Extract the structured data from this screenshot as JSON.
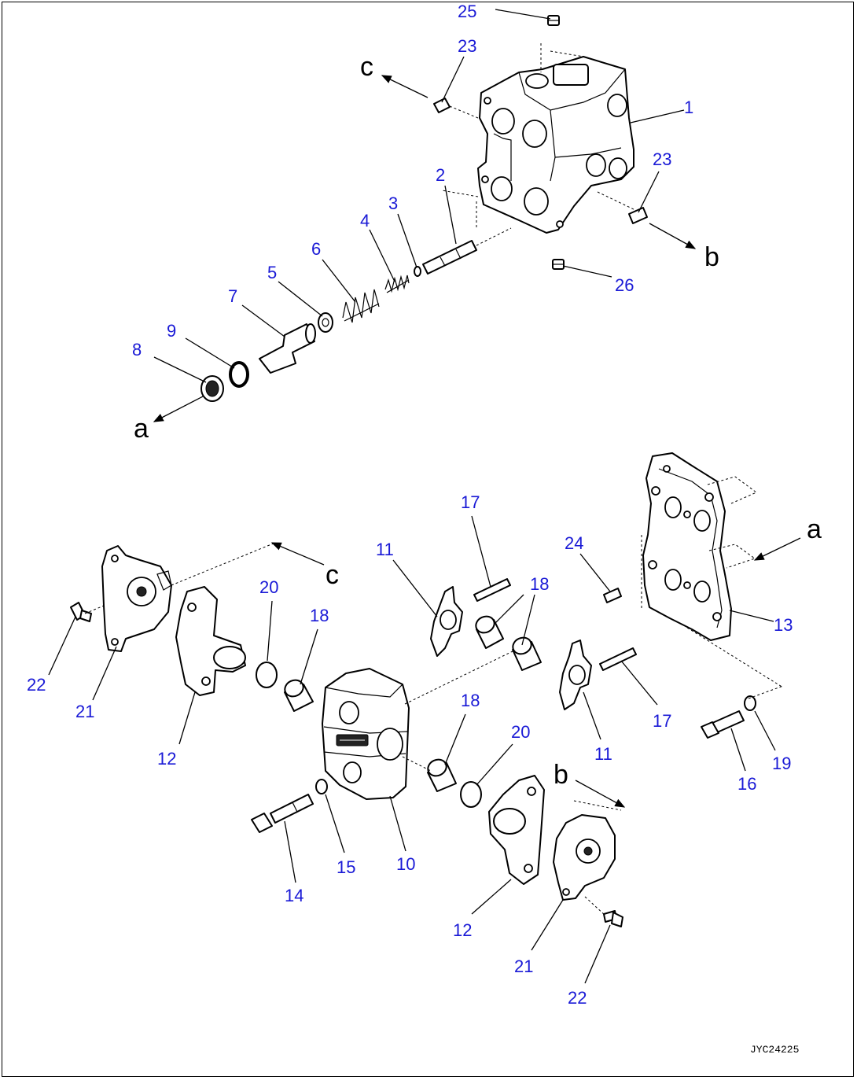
{
  "colors": {
    "callout": "#1a1ad6",
    "line": "#000000",
    "background": "#ffffff"
  },
  "drawing_code": "JYC24225",
  "view_letters": {
    "a": "a",
    "b": "b",
    "c": "c"
  },
  "callouts": {
    "p1": "1",
    "p2": "2",
    "p3": "3",
    "p4": "4",
    "p5": "5",
    "p6": "6",
    "p7": "7",
    "p8": "8",
    "p9": "9",
    "p10": "10",
    "p11a": "11",
    "p11b": "11",
    "p12a": "12",
    "p12b": "12",
    "p13": "13",
    "p14": "14",
    "p15": "15",
    "p16": "16",
    "p17a": "17",
    "p17b": "17",
    "p18a": "18",
    "p18b": "18",
    "p18c": "18",
    "p19": "19",
    "p20a": "20",
    "p20b": "20",
    "p21a": "21",
    "p21b": "21",
    "p22a": "22",
    "p22b": "22",
    "p23a": "23",
    "p23b": "23",
    "p24": "24",
    "p25": "25",
    "p26": "26"
  }
}
